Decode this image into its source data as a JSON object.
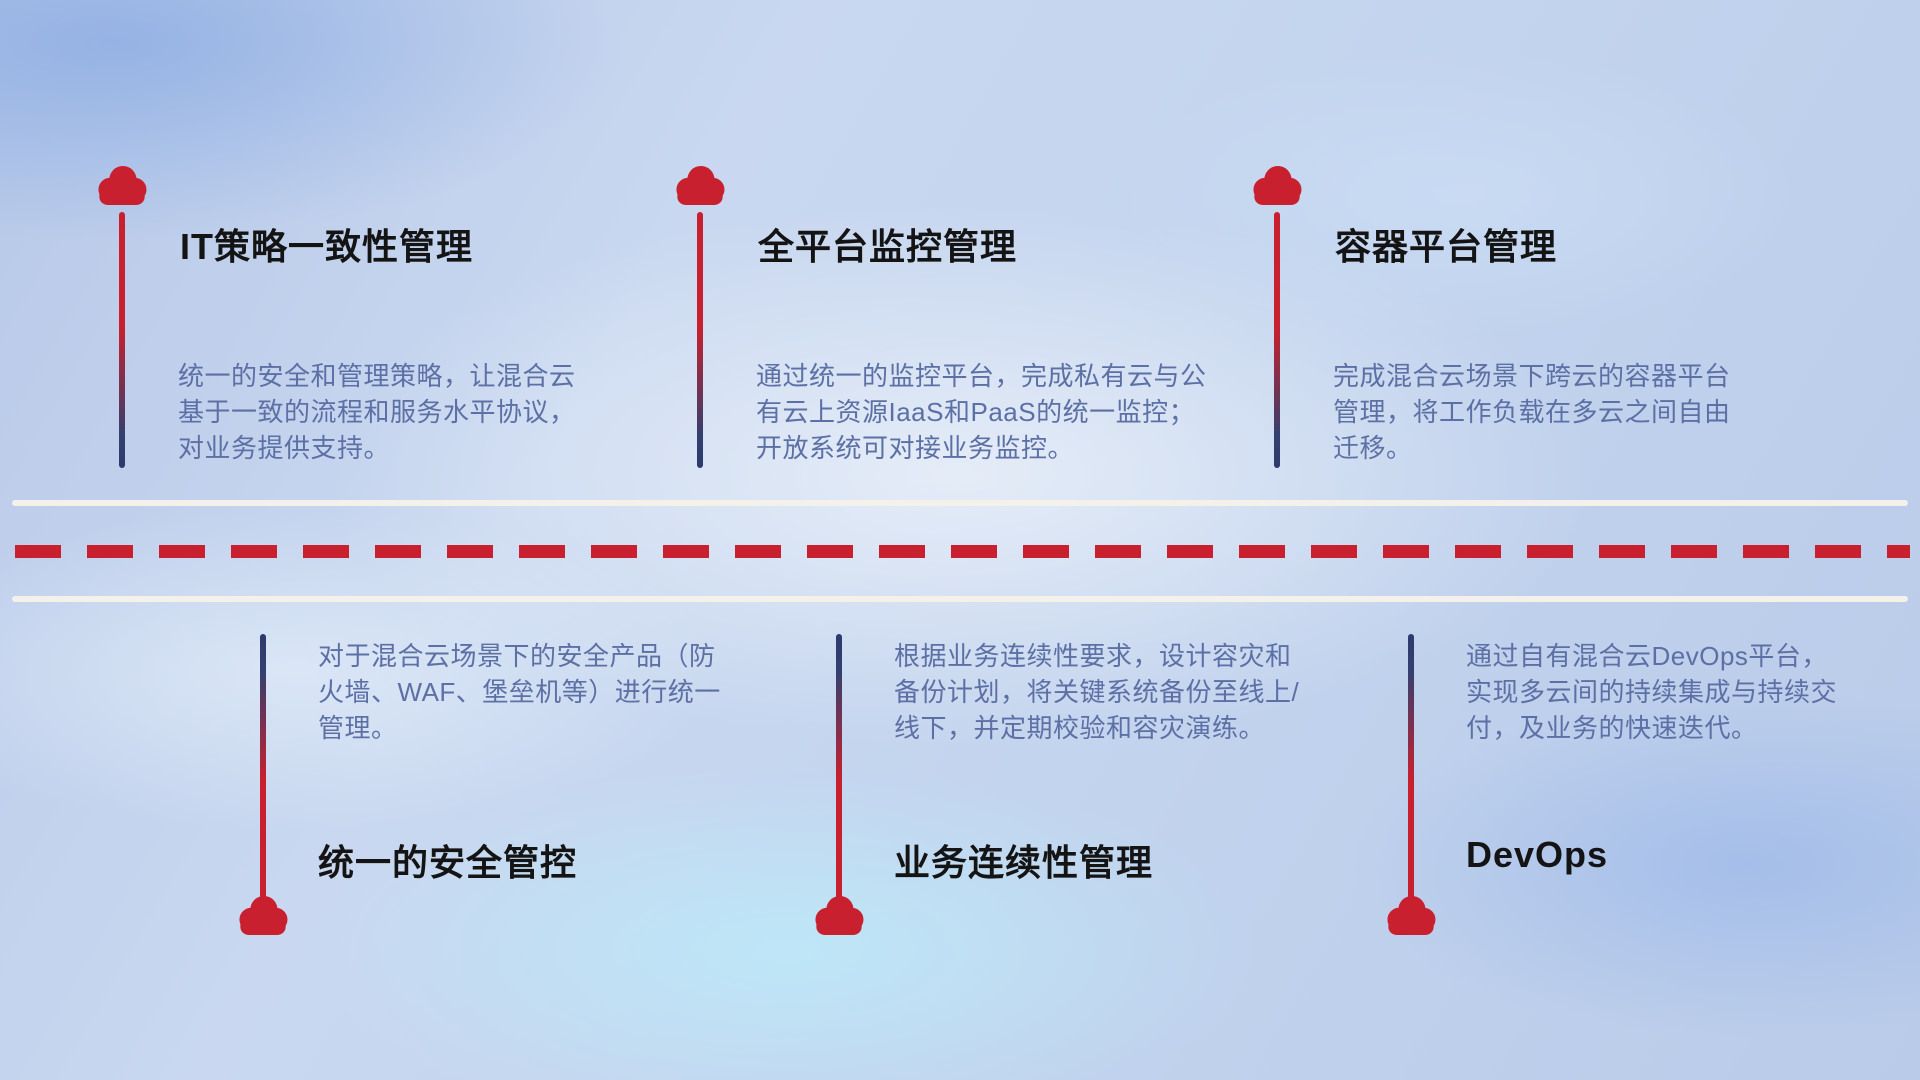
{
  "top_items": [
    {
      "title": "IT策略一致性管理",
      "desc": "统一的安全和管理策略，让混合云基于一致的流程和服务水平协议，对业务提供支持。"
    },
    {
      "title": "全平台监控管理",
      "desc": "通过统一的监控平台，完成私有云与公有云上资源IaaS和PaaS的统一监控；开放系统可对接业务监控。"
    },
    {
      "title": "容器平台管理",
      "desc": "完成混合云场景下跨云的容器平台管理，将工作负载在多云之间自由迁移。"
    }
  ],
  "bottom_items": [
    {
      "title": "统一的安全管控",
      "desc": "对于混合云场景下的安全产品（防火墙、WAF、堡垒机等）进行统一管理。"
    },
    {
      "title": "业务连续性管理",
      "desc": "根据业务连续性要求，设计容灾和备份计划，将关键系统备份至线上/线下，并定期校验和容灾演练。"
    },
    {
      "title": "DevOps",
      "desc": "通过自有混合云DevOps平台，实现多云间的持续集成与持续交付，及业务的快速迭代。"
    }
  ],
  "colors": {
    "accent_red": "#c8202e",
    "line_navy": "#2c3a6e",
    "title_color": "#141414",
    "desc_color": "#5c70a5",
    "divider_white": "#f4f1ea"
  }
}
